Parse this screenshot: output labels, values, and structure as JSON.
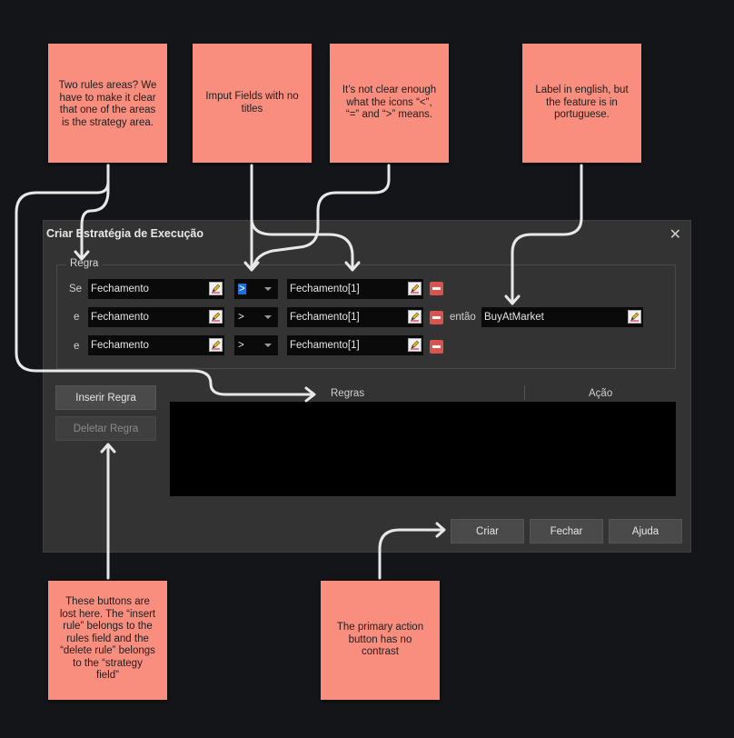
{
  "notes": [
    {
      "id": "two-rules-areas",
      "lines": [
        "Two rules areas? We",
        "have to make it clear",
        "that one of the areas",
        "is the strategy area."
      ]
    },
    {
      "id": "imput-fields",
      "lines": [
        "Imput Fields with no",
        "titles"
      ]
    },
    {
      "id": "icons-unclear",
      "lines": [
        "It’s not clear enough",
        "what the icons “<”,",
        "“=” and “>” means."
      ]
    },
    {
      "id": "label-english",
      "lines": [
        "Label in english, but",
        "the feature is in",
        "portuguese."
      ]
    },
    {
      "id": "buttons-lost",
      "lines": [
        "These buttons are",
        "lost here. The “insert",
        "rule” belongs to the",
        "rules field and the",
        "“delete rule” belongs",
        "to the “strategy",
        "field”"
      ]
    },
    {
      "id": "primary-contrast",
      "lines": [
        "The primary action",
        "button has no",
        "contrast"
      ]
    }
  ],
  "dialog": {
    "title": "Criar Estratégia de Execução",
    "close": "✕",
    "group_label": "Regra",
    "rows": [
      {
        "prefix": "Se",
        "left": "Fechamento",
        "op": ">",
        "right": "Fechamento[1]"
      },
      {
        "prefix": "e",
        "left": "Fechamento",
        "op": ">",
        "right": "Fechamento[1]"
      },
      {
        "prefix": "e",
        "left": "Fechamento",
        "op": ">",
        "right": "Fechamento[1]"
      }
    ],
    "then_label": "então",
    "then_value": "BuyAtMarket",
    "insert_rule": "Inserir Regra",
    "delete_rule": "Deletar Regra",
    "col_rules": "Regras",
    "col_action": "Ação",
    "btn_create": "Criar",
    "btn_close": "Fechar",
    "btn_help": "Ajuda"
  }
}
